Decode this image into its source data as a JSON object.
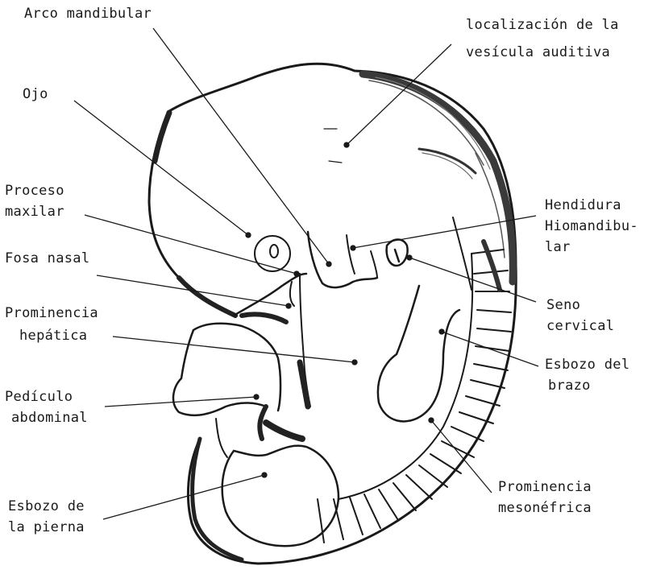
{
  "labels": {
    "arco_mandibular": "Arco mandibular",
    "vesicula_l1": "localización de la",
    "vesicula_l2": "vesícula auditiva",
    "ojo": "Ojo",
    "proceso_l1": "Proceso",
    "proceso_l2": "maxilar",
    "hendidura_l1": "Hendidura",
    "hendidura_l2": "Hiomandibu-",
    "hendidura_l3": "lar",
    "fosa_nasal": "Fosa nasal",
    "seno_l1": "Seno",
    "seno_l2": "cervical",
    "prominencia_hep_l1": "Prominencia",
    "prominencia_hep_l2": "hepática",
    "esbozo_brazo_l1": "Esbozo del",
    "esbozo_brazo_l2": "brazo",
    "pediculo_l1": "Pedículo",
    "pediculo_l2": "abdominal",
    "prominencia_meso_l1": "Prominencia",
    "prominencia_meso_l2": "mesonéfrica",
    "esbozo_pierna_l1": "Esbozo de",
    "esbozo_pierna_l2": "la pierna"
  },
  "colors": {
    "ink": "#1a1a1a",
    "paper": "#ffffff"
  }
}
